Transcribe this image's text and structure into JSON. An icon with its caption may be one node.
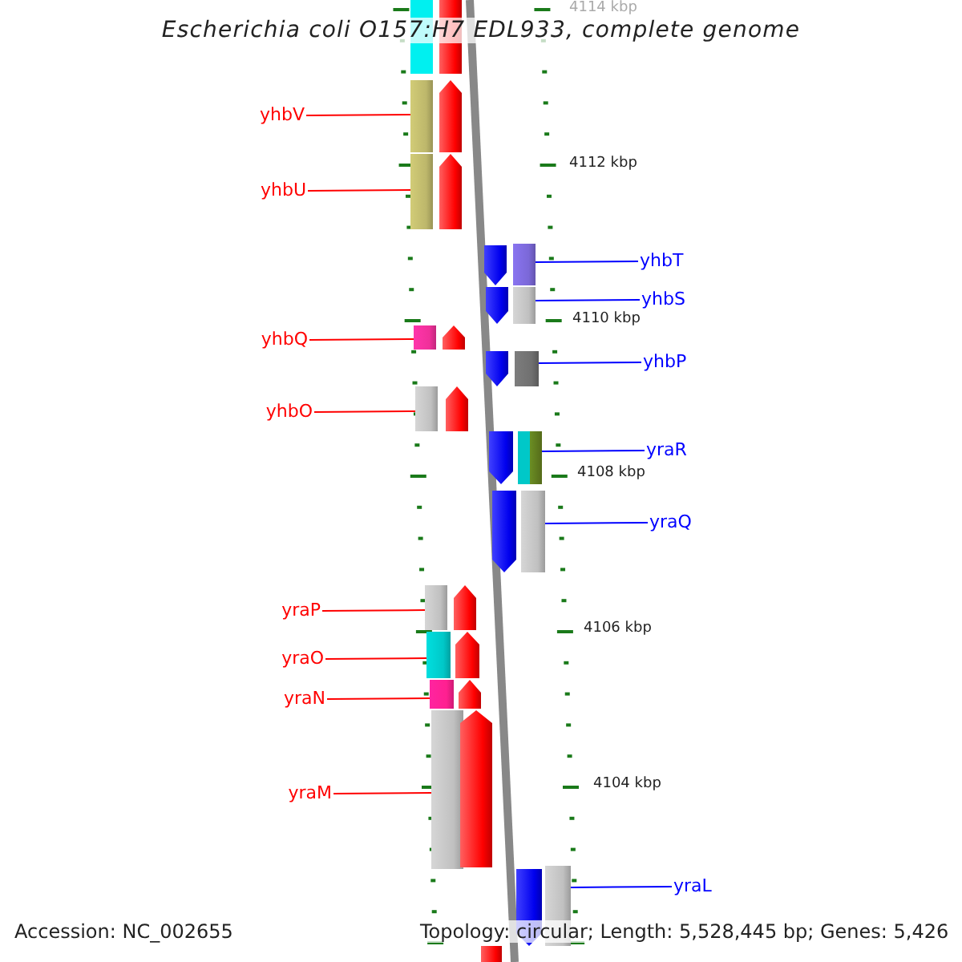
{
  "diagram": {
    "title": "Escherichia coli O157:H7 EDL933, complete genome",
    "nodes": [
      {
        "text": [
          "yhbV"
        ]
      },
      {
        "text": [],
        "shape": "bar"
      },
      {
        "text": [],
        "shape": "arrow"
      },
      {
        "text": [
          "yhbU"
        ]
      },
      {
        "text": [],
        "shape": "bar"
      },
      {
        "text": [],
        "shape": "arrow"
      },
      {
        "text": [
          "yhbT"
        ]
      },
      {
        "text": [],
        "shape": "bar"
      },
      {
        "text": [],
        "shape": "arrow"
      },
      {
        "text": [
          "yhbS"
        ]
      },
      {
        "text": [],
        "shape": "bar"
      },
      {
        "text": [],
        "shape": "arrow"
      },
      {
        "text": [
          "yhbQ"
        ]
      },
      {
        "text": [],
        "shape": "bar"
      },
      {
        "text": [],
        "shape": "arrow"
      },
      {
        "text": [
          "yhbP"
        ]
      },
      {
        "text": [],
        "shape": "bar"
      },
      {
        "text": [],
        "shape": "arrow"
      },
      {
        "text": [
          "yhbO"
        ]
      },
      {
        "text": [],
        "shape": "bar"
      },
      {
        "text": [],
        "shape": "arrow"
      },
      {
        "text": [
          "yraR"
        ]
      },
      {
        "text": [],
        "shape": "bar"
      },
      {
        "text": [],
        "shape": "arrow"
      },
      {
        "text": [
          "yraQ"
        ]
      },
      {
        "text": [],
        "shape": "bar"
      },
      {
        "text": [],
        "shape": "arrow"
      },
      {
        "text": [
          "yraP"
        ]
      },
      {
        "text": [],
        "shape": "bar"
      },
      {
        "text": [],
        "shape": "arrow"
      },
      {
        "text": [
          "yraO"
        ]
      },
      {
        "text": [],
        "shape": "bar"
      },
      {
        "text": [],
        "shape": "arrow"
      },
      {
        "text": [
          "yraN"
        ]
      },
      {
        "text": [],
        "shape": "bar"
      },
      {
        "text": [],
        "shape": "arrow"
      },
      {
        "text": [
          "yraM"
        ]
      },
      {
        "text": [],
        "shape": "bar"
      },
      {
        "text": [],
        "shape": "arrow"
      },
      {
        "text": [
          "yraL"
        ]
      },
      {
        "text": [],
        "shape": "bar"
      },
      {
        "text": [],
        "shape": "arrow"
      }
    ],
    "edges": [
      {
        "from": 0,
        "to": 1,
        "arrow": "none"
      },
      {
        "from": 3,
        "to": 4,
        "arrow": "none"
      },
      {
        "from": 6,
        "to": 7,
        "arrow": "none",
        "color": "#0000ff"
      },
      {
        "from": 9,
        "to": 10,
        "arrow": "none",
        "color": "#0000ff"
      },
      {
        "from": 12,
        "to": 13,
        "arrow": "none"
      },
      {
        "from": 15,
        "to": 16,
        "arrow": "none",
        "color": "#0000ff"
      },
      {
        "from": 18,
        "to": 19,
        "arrow": "none"
      },
      {
        "from": 21,
        "to": 22,
        "arrow": "none",
        "color": "#0000ff"
      },
      {
        "from": 24,
        "to": 25,
        "arrow": "none",
        "color": "#0000ff"
      },
      {
        "from": 27,
        "to": 28,
        "arrow": "none"
      },
      {
        "from": 30,
        "to": 31,
        "arrow": "none"
      },
      {
        "from": 33,
        "to": 34,
        "arrow": "none"
      },
      {
        "from": 36,
        "to": 37,
        "arrow": "none"
      },
      {
        "from": 39,
        "to": 40,
        "arrow": "none",
        "color": "#0000ff"
      }
    ],
    "labels": [
      "4114 kbp",
      "4112 kbp",
      "4110 kbp",
      "4108 kbp",
      "4106 kbp",
      "4104 kbp",
      "Accession: NC_002655",
      "Topology: circular; Length: 5,528,445 bp; Genes: 5,426"
    ]
  }
}
